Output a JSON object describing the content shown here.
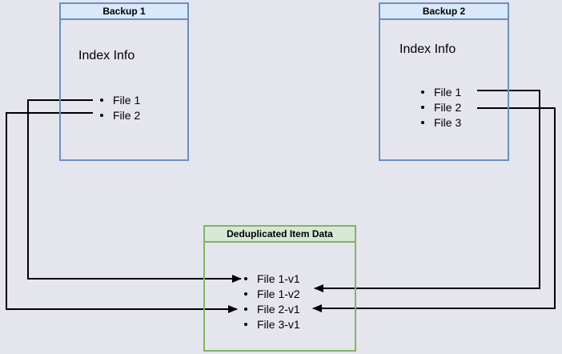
{
  "backup1": {
    "title": "Backup 1",
    "index_label": "Index Info",
    "files": [
      "File 1",
      "File 2"
    ]
  },
  "backup2": {
    "title": "Backup 2",
    "index_label": "Index Info",
    "files": [
      "File 1",
      "File 2",
      "File 3"
    ]
  },
  "dedup": {
    "title": "Deduplicated Item Data",
    "items": [
      "File 1-v1",
      "File 1-v2",
      "File 2-v1",
      "File 3-v1"
    ]
  },
  "connections": [
    {
      "from": "Backup 1 / File 1",
      "to": "File 1-v1"
    },
    {
      "from": "Backup 1 / File 2",
      "to": "File 2-v1"
    },
    {
      "from": "Backup 2 / File 1",
      "to": "File 1-v2"
    },
    {
      "from": "Backup 2 / File 2",
      "to": "File 2-v1"
    }
  ],
  "colors": {
    "background": "#e5e5ee",
    "blue_header_fill": "#dae8fc",
    "blue_border": "#6c8ebf",
    "green_header_fill": "#d5e8d4",
    "green_border": "#82b366",
    "arrow": "#000000",
    "text": "#000000"
  }
}
